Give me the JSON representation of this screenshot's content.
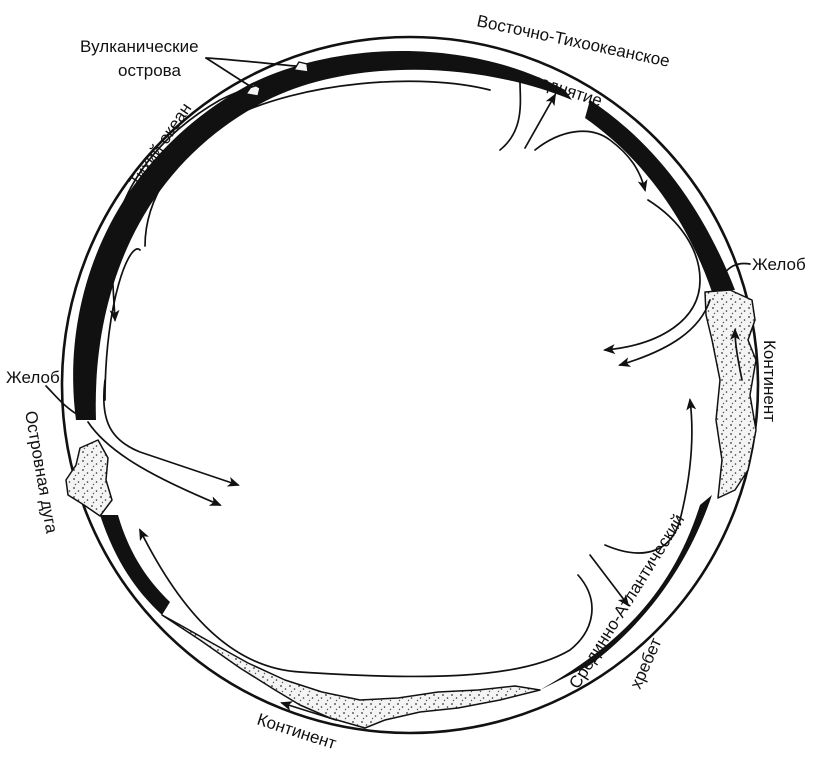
{
  "labels": {
    "volcanic_islands_1": "Вулканические",
    "volcanic_islands_2": "острова",
    "east_pacific_1": "Восточно-Тихоокеанское",
    "east_pacific_2": "поднятие",
    "pacific_ocean": "Тихий океан",
    "trench_right": "Желоб",
    "continent_right": "Континент",
    "trench_left": "Желоб",
    "island_arc": "Островная дуга",
    "mid_atlantic_1": "Срединно-Атлантический",
    "mid_atlantic_2": "хребет",
    "continent_bottom": "Континент"
  }
}
